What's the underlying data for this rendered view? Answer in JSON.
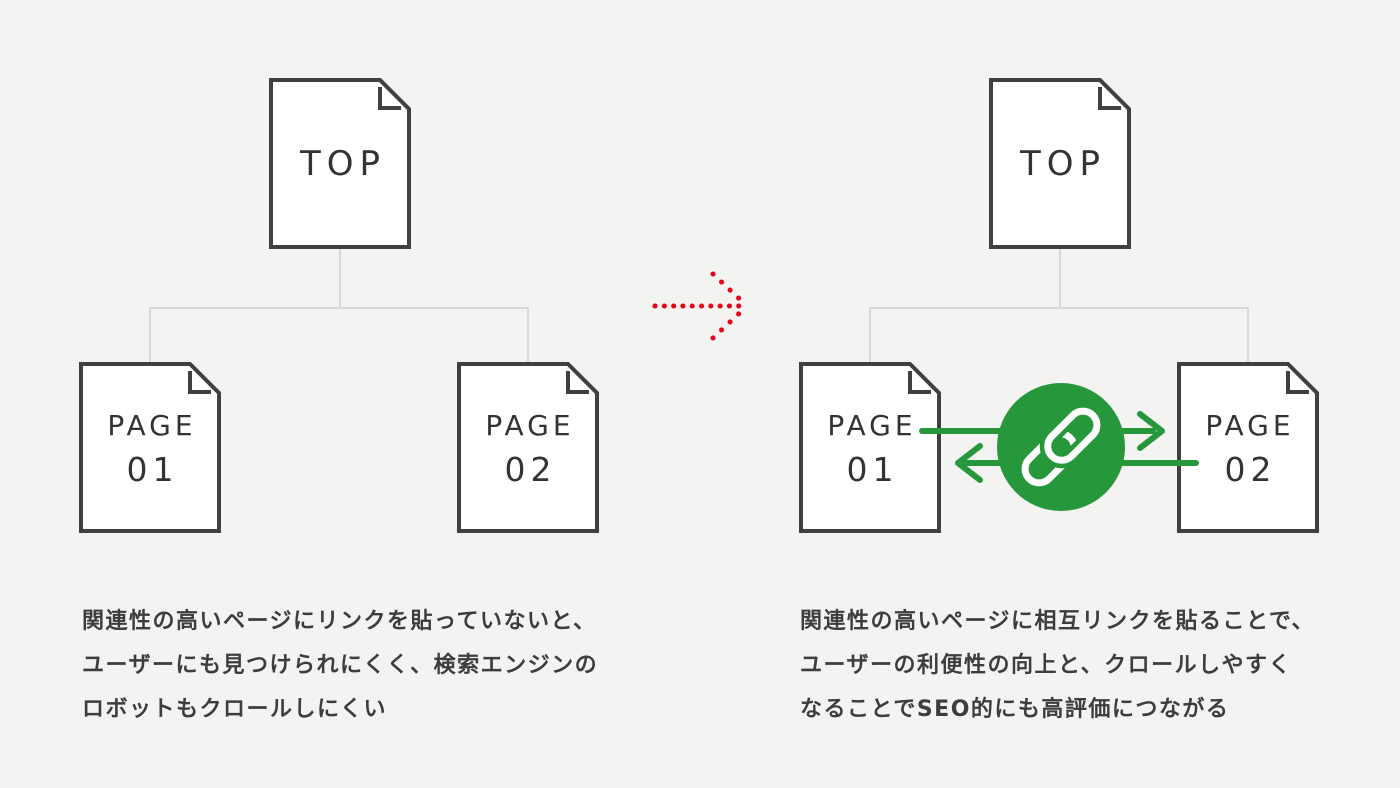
{
  "left_diagram": {
    "top": {
      "label": "TOP"
    },
    "page1": {
      "line1": "PAGE",
      "line2": "01"
    },
    "page2": {
      "line1": "PAGE",
      "line2": "02"
    },
    "caption_lines": [
      "関連性の高いページにリンクを貼っていないと、",
      "ユーザーにも見つけられにくく、検索エンジンの",
      "ロボットもクロールしにくい"
    ]
  },
  "right_diagram": {
    "top": {
      "label": "TOP"
    },
    "page1": {
      "line1": "PAGE",
      "line2": "01"
    },
    "page2": {
      "line1": "PAGE",
      "line2": "02"
    },
    "caption_lines": [
      "関連性の高いページに相互リンクを貼ることで、",
      "ユーザーの利便性の向上と、クロールしやすく",
      "なることでSEO的にも高評価につながる"
    ]
  },
  "icons": {
    "transition_arrow": "red-dotted-arrow-right",
    "mutual_link": "chain-link-in-green-circle",
    "document": "page-with-folded-corner"
  },
  "colors": {
    "background": "#f3f3f1",
    "document_fill": "#ffffff",
    "document_border": "#404040",
    "connector_gray": "#d8d8d8",
    "accent_green": "#27973c",
    "accent_red": "#e60013",
    "text_dark": "#3d3d3d"
  }
}
